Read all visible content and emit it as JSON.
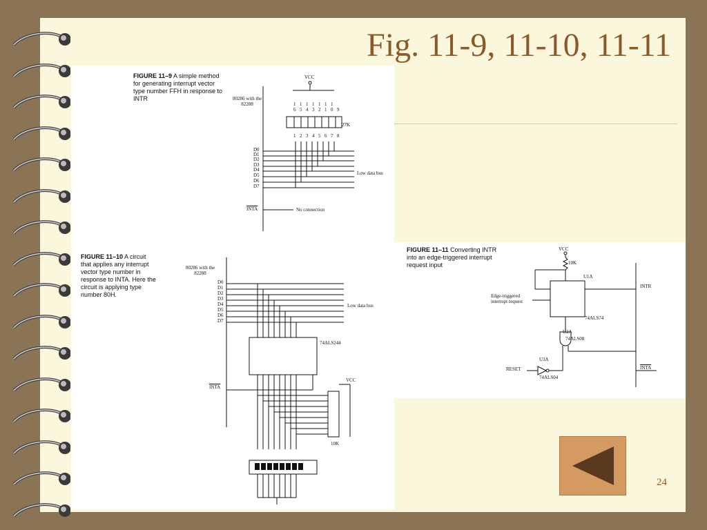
{
  "slide": {
    "title": "Fig. 11-9, 11-10, 11-11",
    "page_number": "24"
  },
  "fig9": {
    "caption_number": "FIGURE 11–9",
    "caption_text": "A simple method for generating interrupt vector type number FFH in response to INTR",
    "cpu": "80286 with the 82288",
    "vcc": "VCC",
    "pin_top": [
      "1",
      "1",
      "1",
      "1",
      "1",
      "1",
      "1",
      ""
    ],
    "pin_top2": [
      "6",
      "5",
      "4",
      "3",
      "2",
      "1",
      "0",
      "9"
    ],
    "resistor": "27K",
    "pin_bottom": [
      "1",
      "2",
      "3",
      "4",
      "5",
      "6",
      "7",
      "8"
    ],
    "data_lines": [
      "D0",
      "D1",
      "D2",
      "D3",
      "D4",
      "D5",
      "D6",
      "D7"
    ],
    "bus_label": "Low data bus",
    "inta": "INTA",
    "no_connection": "No connection"
  },
  "fig10": {
    "caption_number": "FIGURE 11–10",
    "caption_text": "A circuit that applies any interrupt vector type number in response to INTA. Here the circuit is applying type number 80H.",
    "cpu": "80286 with the 82288",
    "data_lines": [
      "D0",
      "D1",
      "D2",
      "D3",
      "D4",
      "D5",
      "D6",
      "D7"
    ],
    "bus_label": "Low data bus",
    "chip": "74ALS244",
    "inta": "INTA",
    "vcc": "VCC",
    "resistor": "10K"
  },
  "fig11": {
    "caption_number": "FIGURE 11–11",
    "caption_text": "Converting INTR into an edge-triggered interrupt request input",
    "vcc": "VCC",
    "resistor": "10K",
    "ff_name": "U1A",
    "ff_part": "74ALS74",
    "and_name": "U2A",
    "and_part": "74ALS08",
    "inv_name": "U3A",
    "inv_part": "74ALS04",
    "input_label": "Edge-triggered interrupt request",
    "reset": "RESET",
    "intr": "INTR",
    "inta": "INTA"
  },
  "nav": {
    "icon": "triangle-left-icon",
    "color": "#d49a62"
  }
}
